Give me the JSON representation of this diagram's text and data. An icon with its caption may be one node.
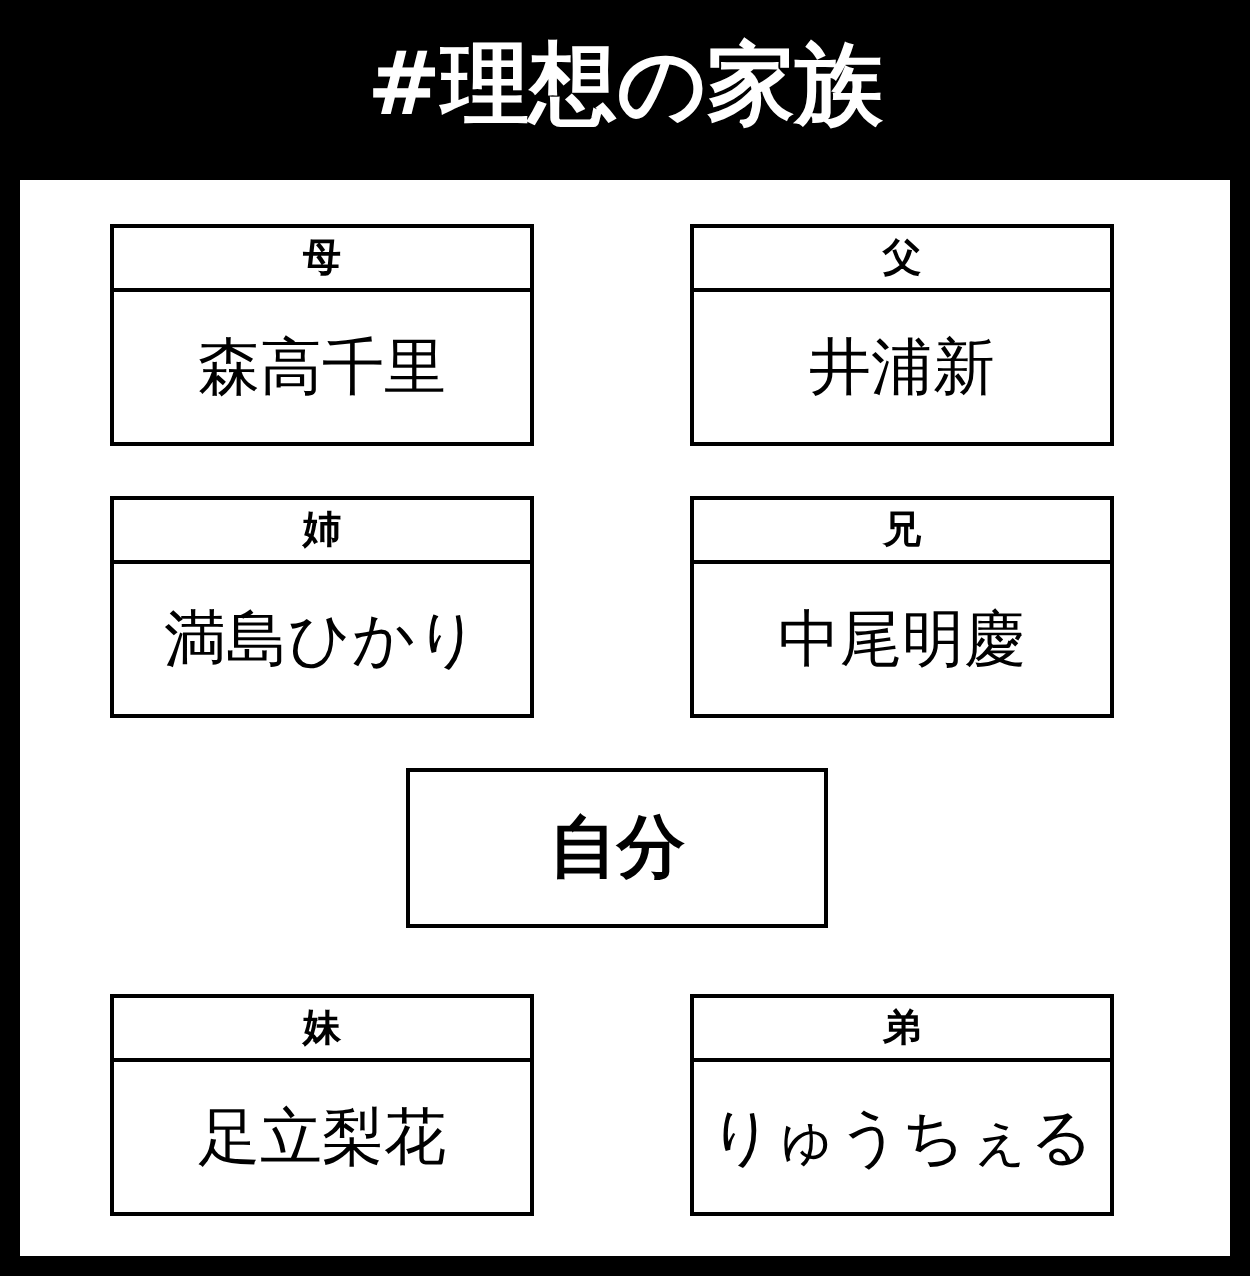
{
  "diagram": {
    "title": "#理想の家族",
    "nodes": [
      {
        "text": [
          "母",
          "森高千里"
        ]
      },
      {
        "text": [
          "父",
          "井浦新"
        ]
      },
      {
        "text": [
          "姉",
          "満島ひかり"
        ]
      },
      {
        "text": [
          "兄",
          "中尾明慶"
        ]
      },
      {
        "text": [
          "自分"
        ]
      },
      {
        "text": [
          "妹",
          "足立梨花"
        ]
      },
      {
        "text": [
          "弟",
          "りゅうちぇる"
        ]
      }
    ]
  }
}
